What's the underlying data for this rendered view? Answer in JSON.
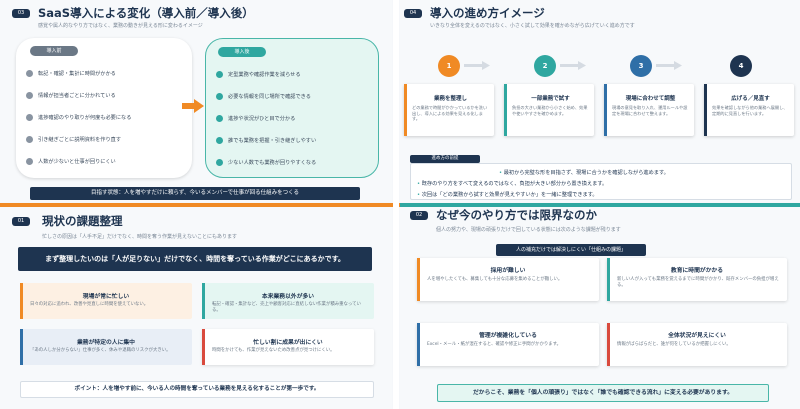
{
  "q1": {
    "badge": "03",
    "title": "SaaS導入による変化（導入前／導入後）",
    "subtitle": "感覚や属人的なやり方ではなく、業務の動きが見える形に変わるイメージ",
    "before": {
      "label": "導入前",
      "items": [
        "転記・確認・集計に時間がかかる",
        "情報が担当者ごとに分かれている",
        "進捗確認のやり取りが何度も必要になる",
        "引き継ぎごとに説明資料を作り直す",
        "人数が少ないと仕事が回りにくい"
      ]
    },
    "after": {
      "label": "導入後",
      "items": [
        "定型業務や確認作業を減らせる",
        "必要な情報を同じ場所で確認できる",
        "進捗や状況がひと目で分かる",
        "誰でも業務を把握・引き継ぎしやすい",
        "少ない人数でも業務が回りやすくなる"
      ]
    },
    "bottom_bar": "目指す状態：人を増やすだけに頼らず、今いるメンバーで仕事が回る仕組みをつくる"
  },
  "q2": {
    "badge": "04",
    "title": "導入の進め方イメージ",
    "subtitle": "いきなり全体を変えるのではなく、小さく試して効果を確かめながら広げていく進め方です",
    "steps": [
      {
        "num": "1",
        "title": "業務を整理し",
        "desc": "どの業務で時間がかかっているかを洗い出し、導入による効果を見える化します。",
        "color": "#f08a24"
      },
      {
        "num": "2",
        "title": "一部業務で試す",
        "desc": "負担の大きい業務から小さく始め、効果や使いやすさを確かめます。",
        "color": "#2fa7a0"
      },
      {
        "num": "3",
        "title": "現場に合わせて調整",
        "desc": "現場の意見を取り入れ、運用ルールや設定を現場に合わせて整えます。",
        "color": "#2f6fa7"
      },
      {
        "num": "4",
        "title": "広げる／見直す",
        "desc": "効果を確認しながら他の業務へ展開し、定期的に見直しを行います。",
        "color": "#1e3450"
      }
    ],
    "tag": "進め方の前提",
    "notes": [
      "最初から完璧な形を目指さず、現場に合うかを確認しながら進めます。",
      "既存のやり方をすべて変えるのではなく、負担が大きい部分から置き換えます。",
      "次回は「どの業務から試すと効果が見えやすいか」を一緒に整理できます。"
    ]
  },
  "q3": {
    "badge": "01",
    "title": "現状の課題整理",
    "subtitle": "忙しさの原因は「人手不足」だけでなく、時間を奪う作業が見えないことにもあります",
    "banner": "まず整理したいのは「人が足りない」だけでなく、時間を奪っている作業がどこにあるかです。",
    "issues": [
      {
        "title": "現場が常に忙しい",
        "desc": "日々の対応に追われ、改善や見直しに時間を使えていない。",
        "color": "#f08a24",
        "bg": "#fdf0e3"
      },
      {
        "title": "本来業務以外が多い",
        "desc": "転記・確認・集計など、売上や顧客対応に直結しない作業が積み重なっている。",
        "color": "#2fa7a0",
        "bg": "#e4f6f2"
      },
      {
        "title": "業務が特定の人に集中",
        "desc": "「あの人しか分からない」仕事が多く、休みや退職のリスクが大きい。",
        "color": "#2f6fa7",
        "bg": "#e8eef6"
      },
      {
        "title": "忙しい割に成果が出にくい",
        "desc": "時間をかけても、作業が見えないため改善点が見つけにくい。",
        "color": "#d94a3d",
        "bg": "#ffffff"
      }
    ],
    "footer": "ポイント：人を増やす前に、今いる人の時間を奪っている業務を見える化することが第一歩です。"
  },
  "q4": {
    "badge": "02",
    "title": "なぜ今のやり方では限界なのか",
    "subtitle": "個人の努力や、現場の頑張りだけで回している状態には次のような課題が残ります",
    "tag": "人の補充だけでは解決しにくい「仕組みの課題」",
    "cards": [
      {
        "title": "採用が難しい",
        "desc": "人を増やしたくても、募集しても十分な応募を集めることが難しい。",
        "color": "#f08a24"
      },
      {
        "title": "教育に時間がかかる",
        "desc": "新しい人が入っても業務を覚えるまでに時間がかかり、既存メンバーの負担が増える。",
        "color": "#2fa7a0"
      },
      {
        "title": "管理が複雑化している",
        "desc": "Excel・メール・紙が混在すると、確認や修正に手間がかかります。",
        "color": "#2f6fa7"
      },
      {
        "title": "全体状況が見えにくい",
        "desc": "情報がばらばらだと、誰が何をしているか把握しにくい。",
        "color": "#d94a3d"
      }
    ],
    "footer": "だからこそ、業務を「個人の頑張り」ではなく「誰でも確認できる流れ」に変える必要があります。"
  }
}
